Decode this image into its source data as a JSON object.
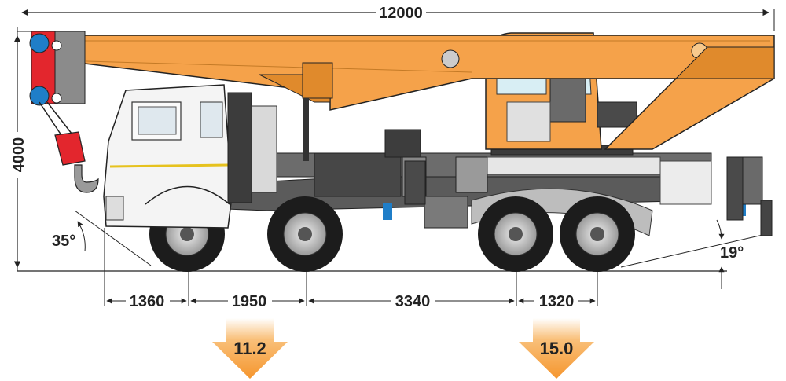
{
  "dimensions": {
    "overall_length": "12000",
    "overall_height": "4000",
    "approach_angle": "35°",
    "departure_angle": "19°",
    "front_overhang": "1360",
    "wheelbase_1": "1950",
    "wheelbase_2": "3340",
    "wheelbase_3": "1320"
  },
  "axle_loads": {
    "front": "11.2",
    "rear": "15.0"
  },
  "colors": {
    "boom": "#f5a24a",
    "boom_dark": "#e08a2c",
    "hook": "#e3262d",
    "cab": "#f4f4f4",
    "chassis": "#3a3a3a",
    "tire": "#1c1c1c",
    "arrow": "#f7a540",
    "accent_blue": "#1f7ec8"
  }
}
